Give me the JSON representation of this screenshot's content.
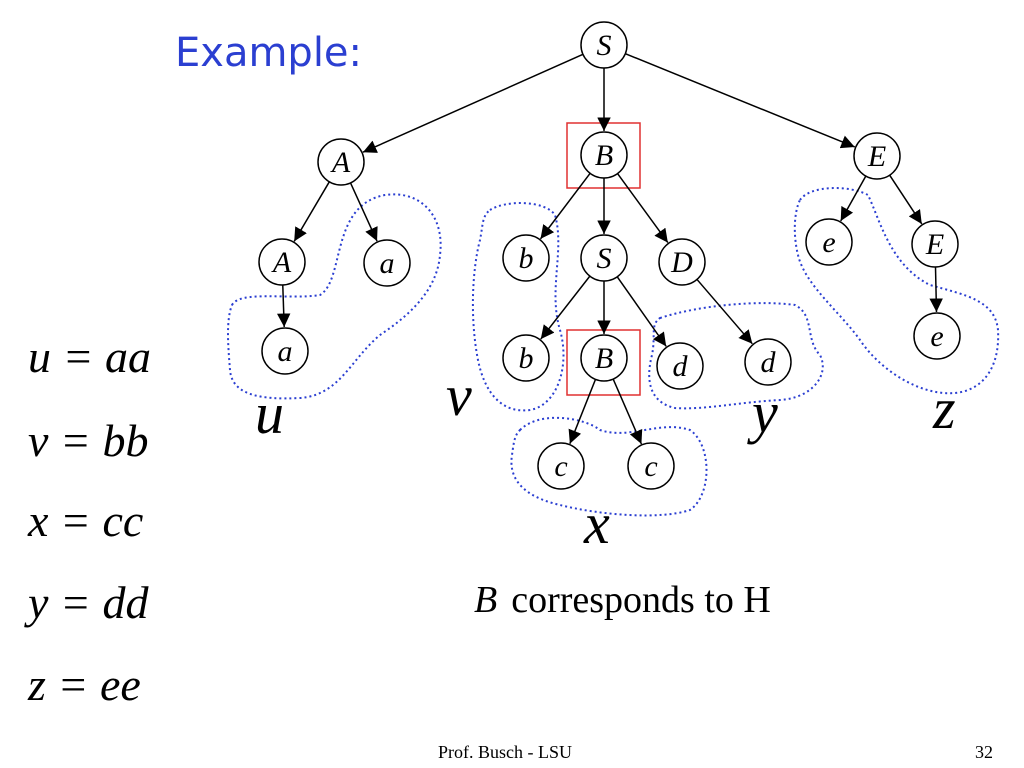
{
  "title": "Example:",
  "equations": [
    {
      "var": "u",
      "value": "aa",
      "text": "u = aa"
    },
    {
      "var": "v",
      "value": "bb",
      "text": "v = bb"
    },
    {
      "var": "x",
      "value": "cc",
      "text": "x = cc"
    },
    {
      "var": "y",
      "value": "dd",
      "text": "y = dd"
    },
    {
      "var": "z",
      "value": "ee",
      "text": "z = ee"
    }
  ],
  "caption": {
    "var": "B",
    "text": "corresponds to H"
  },
  "footer": {
    "center": "Prof. Busch - LSU",
    "page": "32"
  },
  "tree": {
    "nodes": [
      {
        "id": "S_root",
        "label": "S"
      },
      {
        "id": "A1",
        "label": "A"
      },
      {
        "id": "B1",
        "label": "B",
        "highlight": true
      },
      {
        "id": "E1",
        "label": "E"
      },
      {
        "id": "A2",
        "label": "A"
      },
      {
        "id": "a1",
        "label": "a"
      },
      {
        "id": "b1",
        "label": "b"
      },
      {
        "id": "S2",
        "label": "S"
      },
      {
        "id": "D1",
        "label": "D"
      },
      {
        "id": "e1",
        "label": "e"
      },
      {
        "id": "E2",
        "label": "E"
      },
      {
        "id": "a2",
        "label": "a"
      },
      {
        "id": "b2",
        "label": "b"
      },
      {
        "id": "B2",
        "label": "B",
        "highlight": true
      },
      {
        "id": "d1",
        "label": "d"
      },
      {
        "id": "d2",
        "label": "d"
      },
      {
        "id": "e2",
        "label": "e"
      },
      {
        "id": "c1",
        "label": "c"
      },
      {
        "id": "c2",
        "label": "c"
      }
    ],
    "edges": [
      [
        "S_root",
        "A1"
      ],
      [
        "S_root",
        "B1"
      ],
      [
        "S_root",
        "E1"
      ],
      [
        "A1",
        "A2"
      ],
      [
        "A1",
        "a1"
      ],
      [
        "B1",
        "b1"
      ],
      [
        "B1",
        "S2"
      ],
      [
        "B1",
        "D1"
      ],
      [
        "E1",
        "e1"
      ],
      [
        "E1",
        "E2"
      ],
      [
        "A2",
        "a2"
      ],
      [
        "S2",
        "b2"
      ],
      [
        "S2",
        "B2"
      ],
      [
        "S2",
        "d1"
      ],
      [
        "D1",
        "d2"
      ],
      [
        "E2",
        "e2"
      ],
      [
        "B2",
        "c1"
      ],
      [
        "B2",
        "c2"
      ]
    ],
    "regions": [
      {
        "id": "u",
        "label": "u"
      },
      {
        "id": "v",
        "label": "v"
      },
      {
        "id": "x",
        "label": "x"
      },
      {
        "id": "y",
        "label": "y"
      },
      {
        "id": "z",
        "label": "z"
      }
    ],
    "colors": {
      "region_outline": "#2b3fd1",
      "highlight_box": "#e03030",
      "title": "#2b3fd1"
    }
  }
}
